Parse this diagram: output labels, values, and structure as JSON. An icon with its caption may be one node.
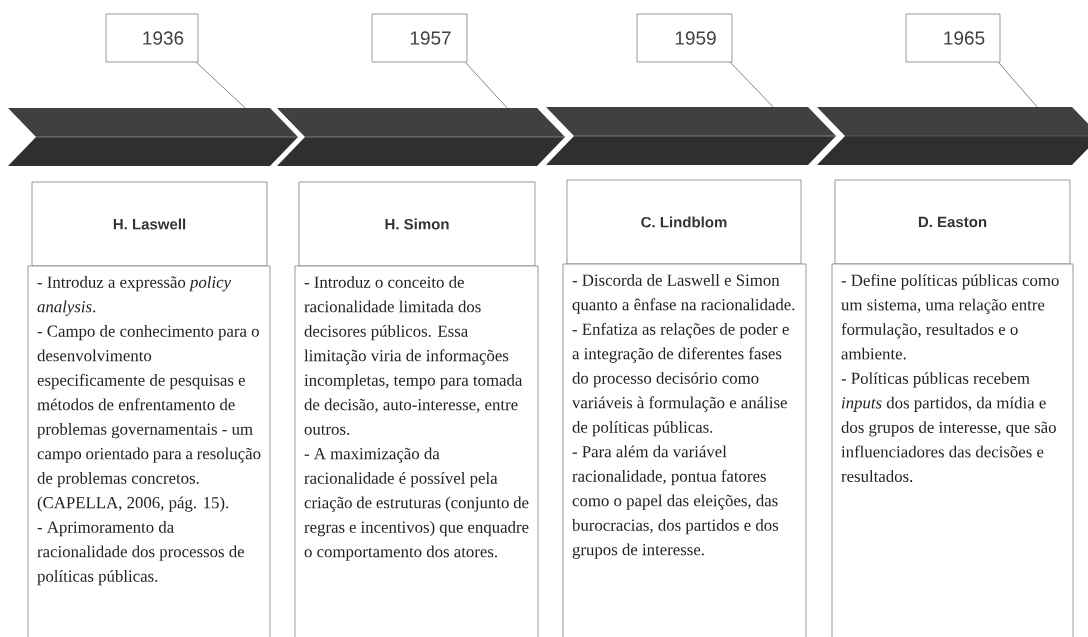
{
  "diagram": {
    "nodes": [
      {
        "text": [
          "1936"
        ]
      },
      {
        "text": [
          "1957"
        ]
      },
      {
        "text": [
          "1959"
        ]
      },
      {
        "text": [
          "1965"
        ]
      },
      {
        "text": [],
        "shape": "chevron"
      },
      {
        "text": [],
        "shape": "chevron"
      },
      {
        "text": [],
        "shape": "chevron"
      },
      {
        "text": [],
        "shape": "chevron"
      },
      {
        "text": [
          "H. Laswell"
        ]
      },
      {
        "text": [
          "H. Simon"
        ]
      },
      {
        "text": [
          "C. Lindblom"
        ]
      },
      {
        "text": [
          "D. Easton"
        ]
      },
      {
        "text": [
          "- Introduz a expressão *policy analysis*.",
          "- Campo de conhecimento para o desenvolvimento especificamente de pesquisas e métodos de enfrentamento de problemas governamentais - um campo orientado para a resolução de problemas concretos. (CAPELLA, 2006, pág. 15).",
          "- Aprimoramento da racionalidade dos processos de políticas públicas."
        ]
      },
      {
        "text": [
          "- Introduz o conceito de racionalidade limitada dos decisores públicos. Essa limitação viria de informações incompletas, tempo para tomada de decisão, auto-interesse, entre outros.",
          "- A maximização da racionalidade é possível pela criação de estruturas (conjunto de regras e incentivos) que enquadre o comportamento dos atores."
        ]
      },
      {
        "text": [
          "- Discorda de Laswell e Simon quanto a ênfase na racionalidade.",
          "- Enfatiza as relações de poder e a integração de diferentes fases do processo decisório como variáveis à formulação e análise de políticas públicas.",
          "- Para além da variável racionalidade, pontua fatores como o papel das eleições, das burocracias, dos partidos e dos grupos de interesse."
        ]
      },
      {
        "text": [
          "- Define políticas públicas como um sistema, uma relação entre formulação, resultados e o ambiente.",
          "- Políticas públicas recebem *inputs* dos partidos, da mídia e dos grupos de interesse, que são influenciadores das decisões e resultados."
        ]
      }
    ],
    "edges": [
      {
        "from": 0,
        "to": 4,
        "arrow": "none"
      },
      {
        "from": 1,
        "to": 5,
        "arrow": "none"
      },
      {
        "from": 2,
        "to": 6,
        "arrow": "none"
      },
      {
        "from": 3,
        "to": 7,
        "arrow": "none"
      }
    ]
  }
}
